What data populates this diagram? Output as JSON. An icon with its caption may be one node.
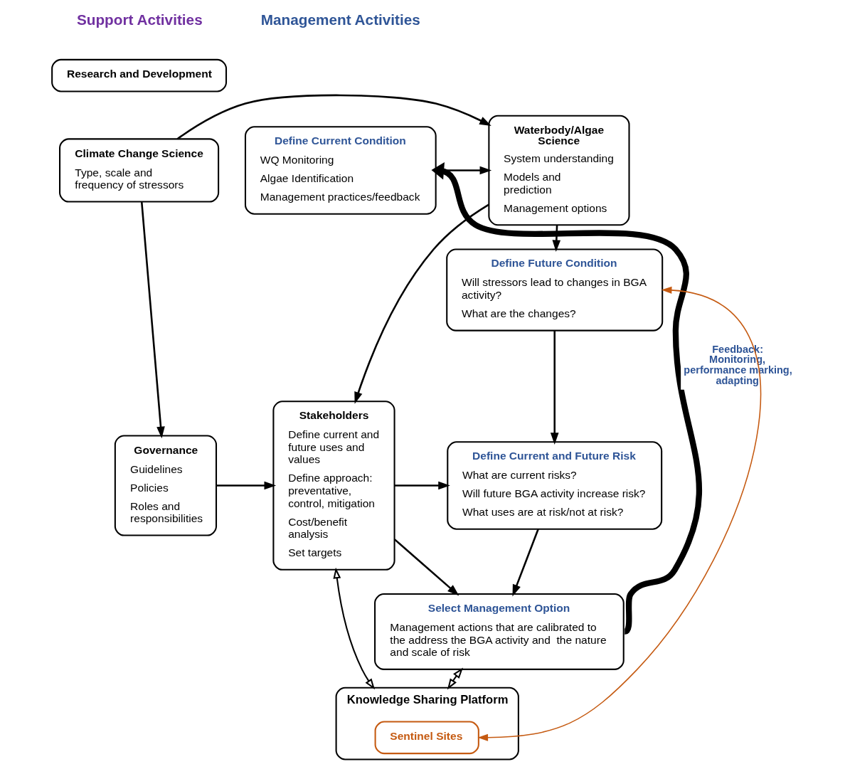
{
  "diagram": {
    "nodes": [
      {
        "text": [
          "Research and Development"
        ]
      },
      {
        "text": [
          "Climate Change Science",
          "Type, scale and frequency of stressors"
        ]
      },
      {
        "text": [
          "Waterbody/Algae Science",
          "System understanding",
          "Models and prediction",
          "Management options"
        ]
      },
      {
        "text": [
          "Define Current Condition",
          "WQ Monitoring",
          "Algae Identification",
          "Management practices/feedback"
        ]
      },
      {
        "text": [
          "Define Future Condition",
          "Will stressors lead to changes in BGA activity?",
          "What are the changes?"
        ]
      },
      {
        "text": [
          "Governance",
          "Guidelines",
          "Policies",
          "Roles and responsibilities"
        ]
      },
      {
        "text": [
          "Stakeholders",
          "Define current and future uses and values",
          "Define approach: preventative, control, mitigation",
          "Cost/benefit analysis",
          "Set targets"
        ]
      },
      {
        "text": [
          "Define Current and Future Risk",
          "What are current risks?",
          "Will future BGA activity increase risk?",
          "What uses are at risk/not at risk?"
        ]
      },
      {
        "text": [
          "Select Management Option",
          "Management actions that are calibrated to the address the BGA activity and  the nature and scale of risk"
        ]
      },
      {
        "text": [
          "Knowledge Sharing Platform"
        ]
      },
      {
        "text": [
          "Sentinel Sites"
        ],
        "in": 9
      }
    ],
    "edges": [
      {
        "from": 1,
        "to": 2,
        "arrow": "to"
      },
      {
        "from": 3,
        "to": 2,
        "arrow": "to"
      },
      {
        "from": 2,
        "to": 4,
        "arrow": "to"
      },
      {
        "from": 1,
        "to": 5,
        "arrow": "to"
      },
      {
        "from": 2,
        "to": 6,
        "arrow": "to"
      },
      {
        "from": 4,
        "to": 7,
        "arrow": "to"
      },
      {
        "from": 5,
        "to": 6,
        "arrow": "to"
      },
      {
        "from": 6,
        "to": 7,
        "arrow": "to"
      },
      {
        "from": 7,
        "to": 8,
        "arrow": "to"
      },
      {
        "from": 6,
        "to": 8,
        "arrow": "to"
      },
      {
        "from": 8,
        "to": 3,
        "arrow": "to",
        "style": "thick",
        "label": "Feedback: Monitoring, performance marking, adapting"
      },
      {
        "from": 6,
        "to": 9,
        "arrow": "both"
      },
      {
        "from": 8,
        "to": 9,
        "arrow": "both"
      },
      {
        "from": 10,
        "to": 4,
        "arrow": "both",
        "color": "#c55a11"
      }
    ],
    "labels": [
      "Support Activities",
      "Management Activities"
    ]
  }
}
